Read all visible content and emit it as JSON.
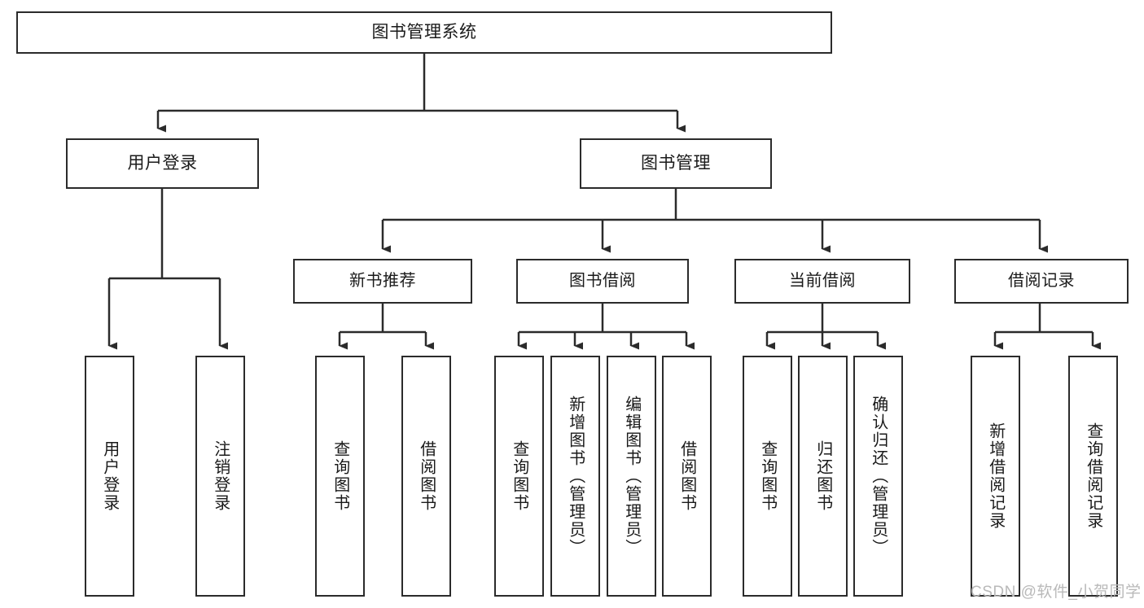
{
  "diagram": {
    "type": "tree-hierarchy",
    "title": "图书管理系统",
    "orientation": "top-down",
    "colors": {
      "stroke": "#2b2b2b",
      "fill": "#ffffff",
      "text": "#1a1a1a",
      "watermark": "#b9b9b9"
    }
  },
  "nodes": {
    "root": {
      "label": "图书管理系统"
    },
    "level2": [
      {
        "label": "用户登录"
      },
      {
        "label": "图书管理"
      }
    ],
    "level3": [
      {
        "label": "新书推荐"
      },
      {
        "label": "图书借阅"
      },
      {
        "label": "当前借阅"
      },
      {
        "label": "借阅记录"
      }
    ],
    "leaves": {
      "user_login": [
        {
          "label": "用户登录"
        },
        {
          "label": "注销登录"
        }
      ],
      "new_book_recommend": [
        {
          "label": "查询图书"
        },
        {
          "label": "借阅图书"
        }
      ],
      "book_borrow": [
        {
          "label": "查询图书"
        },
        {
          "label": "新增图书（管理员）"
        },
        {
          "label": "编辑图书（管理员）"
        },
        {
          "label": "借阅图书"
        }
      ],
      "current_borrow": [
        {
          "label": "查询图书"
        },
        {
          "label": "归还图书"
        },
        {
          "label": "确认归还（管理员）"
        }
      ],
      "borrow_record": [
        {
          "label": "新增借阅记录"
        },
        {
          "label": "查询借阅记录"
        }
      ]
    }
  },
  "watermark": {
    "text": "CSDN @软件_小贺同学"
  }
}
